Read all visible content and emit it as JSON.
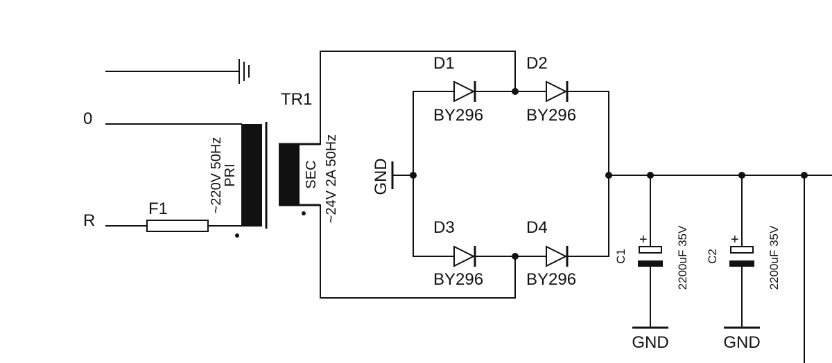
{
  "inputs": {
    "neutral": "0",
    "line": "R"
  },
  "fuse": {
    "ref": "F1"
  },
  "transformer": {
    "ref": "TR1",
    "primary_rating": "~220V 50Hz",
    "primary_label": "PRI",
    "secondary_label": "SEC",
    "secondary_rating": "~24V 2A 50Hz"
  },
  "bridge_gnd": "GND",
  "diodes": [
    {
      "ref": "D1",
      "part": "BY296"
    },
    {
      "ref": "D2",
      "part": "BY296"
    },
    {
      "ref": "D3",
      "part": "BY296"
    },
    {
      "ref": "D4",
      "part": "BY296"
    }
  ],
  "capacitors": [
    {
      "ref": "C1",
      "value": "2200uF 35V",
      "polarity": "+",
      "gnd": "GND"
    },
    {
      "ref": "C2",
      "value": "2200uF 35V",
      "polarity": "+",
      "gnd": "GND"
    }
  ]
}
